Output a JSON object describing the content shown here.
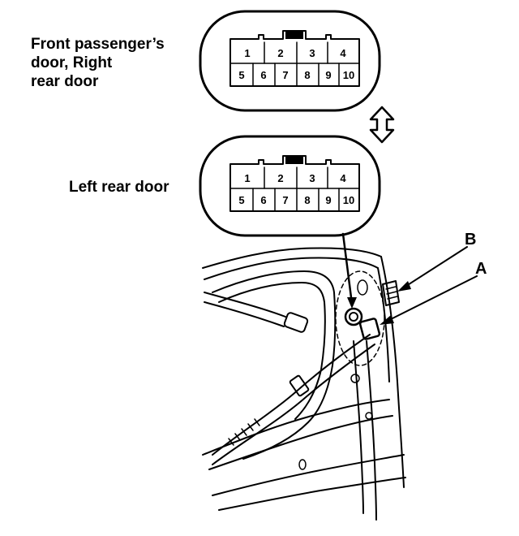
{
  "labels": {
    "top_connector_line1": "Front passenger’s",
    "top_connector_line2": "door, Right",
    "top_connector_line3": "rear door",
    "bottom_connector": "Left rear door",
    "callout_a": "A",
    "callout_b": "B"
  },
  "connector_top": {
    "row1": [
      "1",
      "2",
      "3",
      "4"
    ],
    "row2": [
      "5",
      "6",
      "7",
      "8",
      "9",
      "10"
    ]
  },
  "connector_bottom": {
    "row1": [
      "1",
      "2",
      "3",
      "4"
    ],
    "row2": [
      "5",
      "6",
      "7",
      "8",
      "9",
      "10"
    ]
  }
}
